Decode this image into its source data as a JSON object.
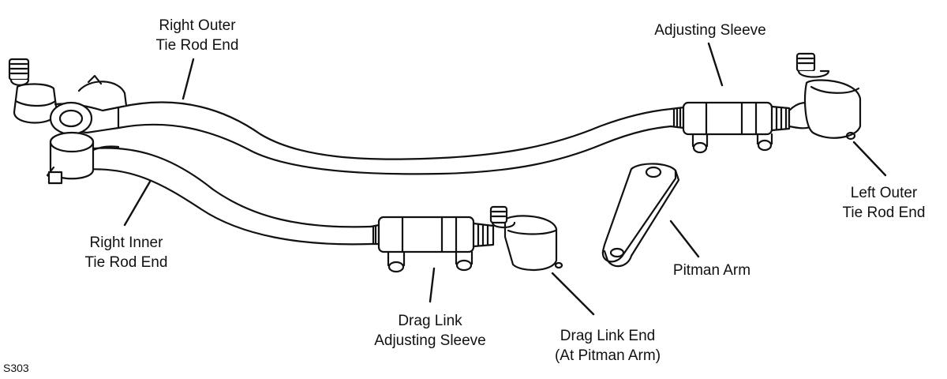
{
  "figure_id": "S303",
  "labels": {
    "right_outer_tie_rod_end": [
      "Right Outer",
      "Tie Rod End"
    ],
    "adjusting_sleeve": [
      "Adjusting Sleeve"
    ],
    "left_outer_tie_rod_end": [
      "Left Outer",
      "Tie Rod End"
    ],
    "right_inner_tie_rod_end": [
      "Right Inner",
      "Tie Rod End"
    ],
    "pitman_arm": [
      "Pitman Arm"
    ],
    "drag_link_adjusting_sleeve": [
      "Drag Link",
      "Adjusting Sleeve"
    ],
    "drag_link_end": [
      "Drag Link End",
      "(At Pitman Arm)"
    ]
  }
}
